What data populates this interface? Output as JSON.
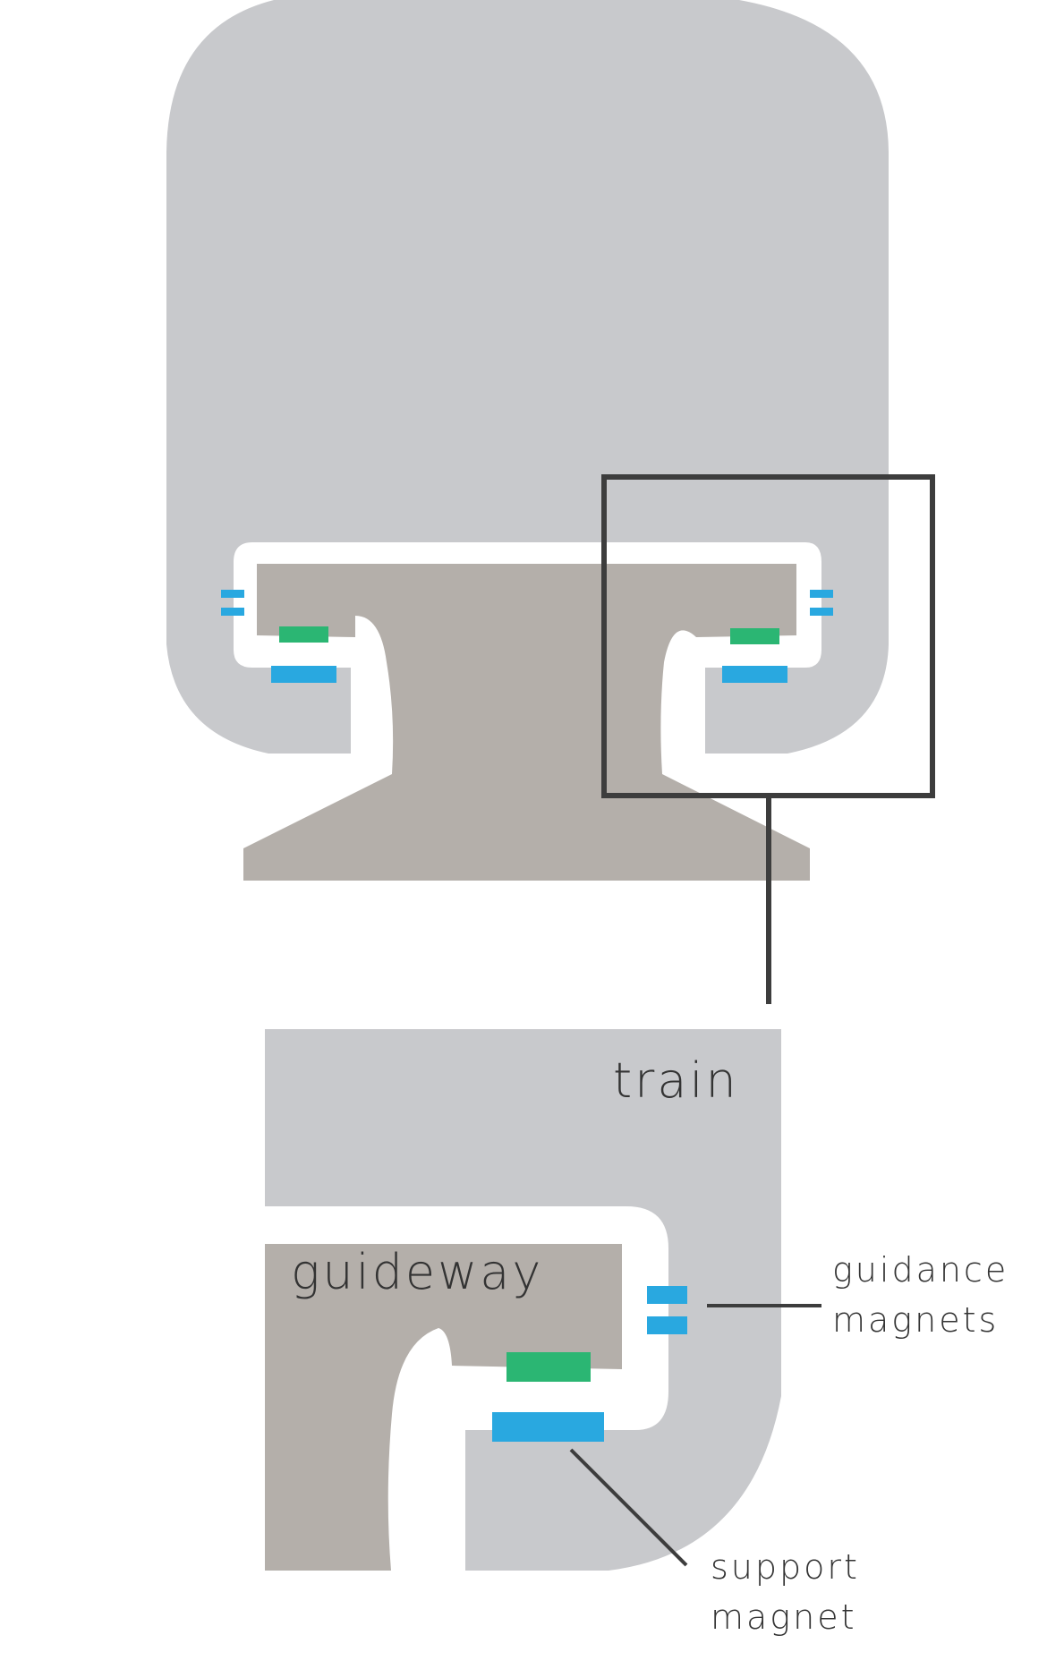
{
  "labels": {
    "train": "train",
    "guideway": "guideway",
    "guidance_magnets_line1": "guidance",
    "guidance_magnets_line2": "magnets",
    "support_magnet_line1": "support",
    "support_magnet_line2": "magnet"
  },
  "colors": {
    "train_body": "#c8c9cc",
    "guideway": "#b4afaa",
    "gap": "#ffffff",
    "guidance_magnet": "#29a8e0",
    "support_magnet": "#29a8e0",
    "reaction_rail": "#2bb673",
    "callout_line": "#3d3d3d"
  }
}
